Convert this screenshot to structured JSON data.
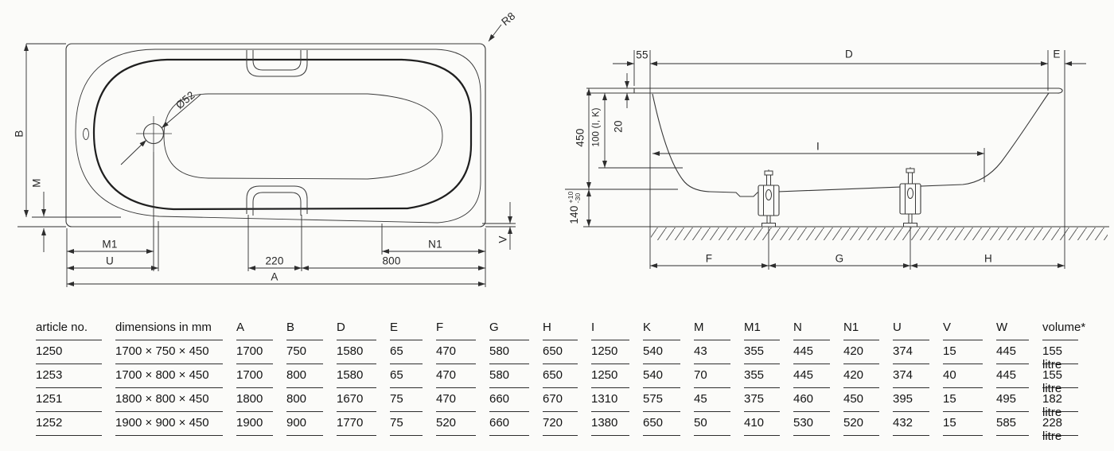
{
  "drawing": {
    "plan": {
      "labels": {
        "b": "B",
        "m": "M",
        "m1": "M1",
        "u": "U",
        "a": "A",
        "handle_width": "220",
        "offset_800": "800",
        "n1": "N1",
        "v": "V",
        "drain_diameter": "Ø52",
        "corner_radius": "R8"
      }
    },
    "side": {
      "labels": {
        "rim_55": "55",
        "d": "D",
        "e": "E",
        "height_450": "450",
        "depth_100": "100 (I, K)",
        "rim_20": "20",
        "i": "I",
        "foot_140": "140",
        "tol_plus": "+10",
        "tol_minus": "-30",
        "f": "F",
        "g": "G",
        "h": "H"
      }
    }
  },
  "table": {
    "columns": [
      "article no.",
      "dimensions in mm",
      "A",
      "B",
      "D",
      "E",
      "F",
      "G",
      "H",
      "I",
      "K",
      "M",
      "M1",
      "N",
      "N1",
      "U",
      "V",
      "W",
      "volume*"
    ],
    "rows": [
      [
        "1250",
        "1700 × 750 × 450",
        "1700",
        "750",
        "1580",
        "65",
        "470",
        "580",
        "650",
        "1250",
        "540",
        "43",
        "355",
        "445",
        "420",
        "374",
        "15",
        "445",
        "155 litre"
      ],
      [
        "1253",
        "1700 × 800 × 450",
        "1700",
        "800",
        "1580",
        "65",
        "470",
        "580",
        "650",
        "1250",
        "540",
        "70",
        "355",
        "445",
        "420",
        "374",
        "40",
        "445",
        "155 litre"
      ],
      [
        "1251",
        "1800 × 800 × 450",
        "1800",
        "800",
        "1670",
        "75",
        "470",
        "660",
        "670",
        "1310",
        "575",
        "45",
        "375",
        "460",
        "450",
        "395",
        "15",
        "495",
        "182 litre"
      ],
      [
        "1252",
        "1900 × 900 × 450",
        "1900",
        "900",
        "1770",
        "75",
        "520",
        "660",
        "720",
        "1380",
        "650",
        "50",
        "410",
        "530",
        "520",
        "432",
        "15",
        "585",
        "228 litre"
      ]
    ]
  },
  "colors": {
    "line": "#383838",
    "bold_line": "#1f1f1f",
    "text": "#1f1f1f",
    "background": "#fbfbf9"
  }
}
